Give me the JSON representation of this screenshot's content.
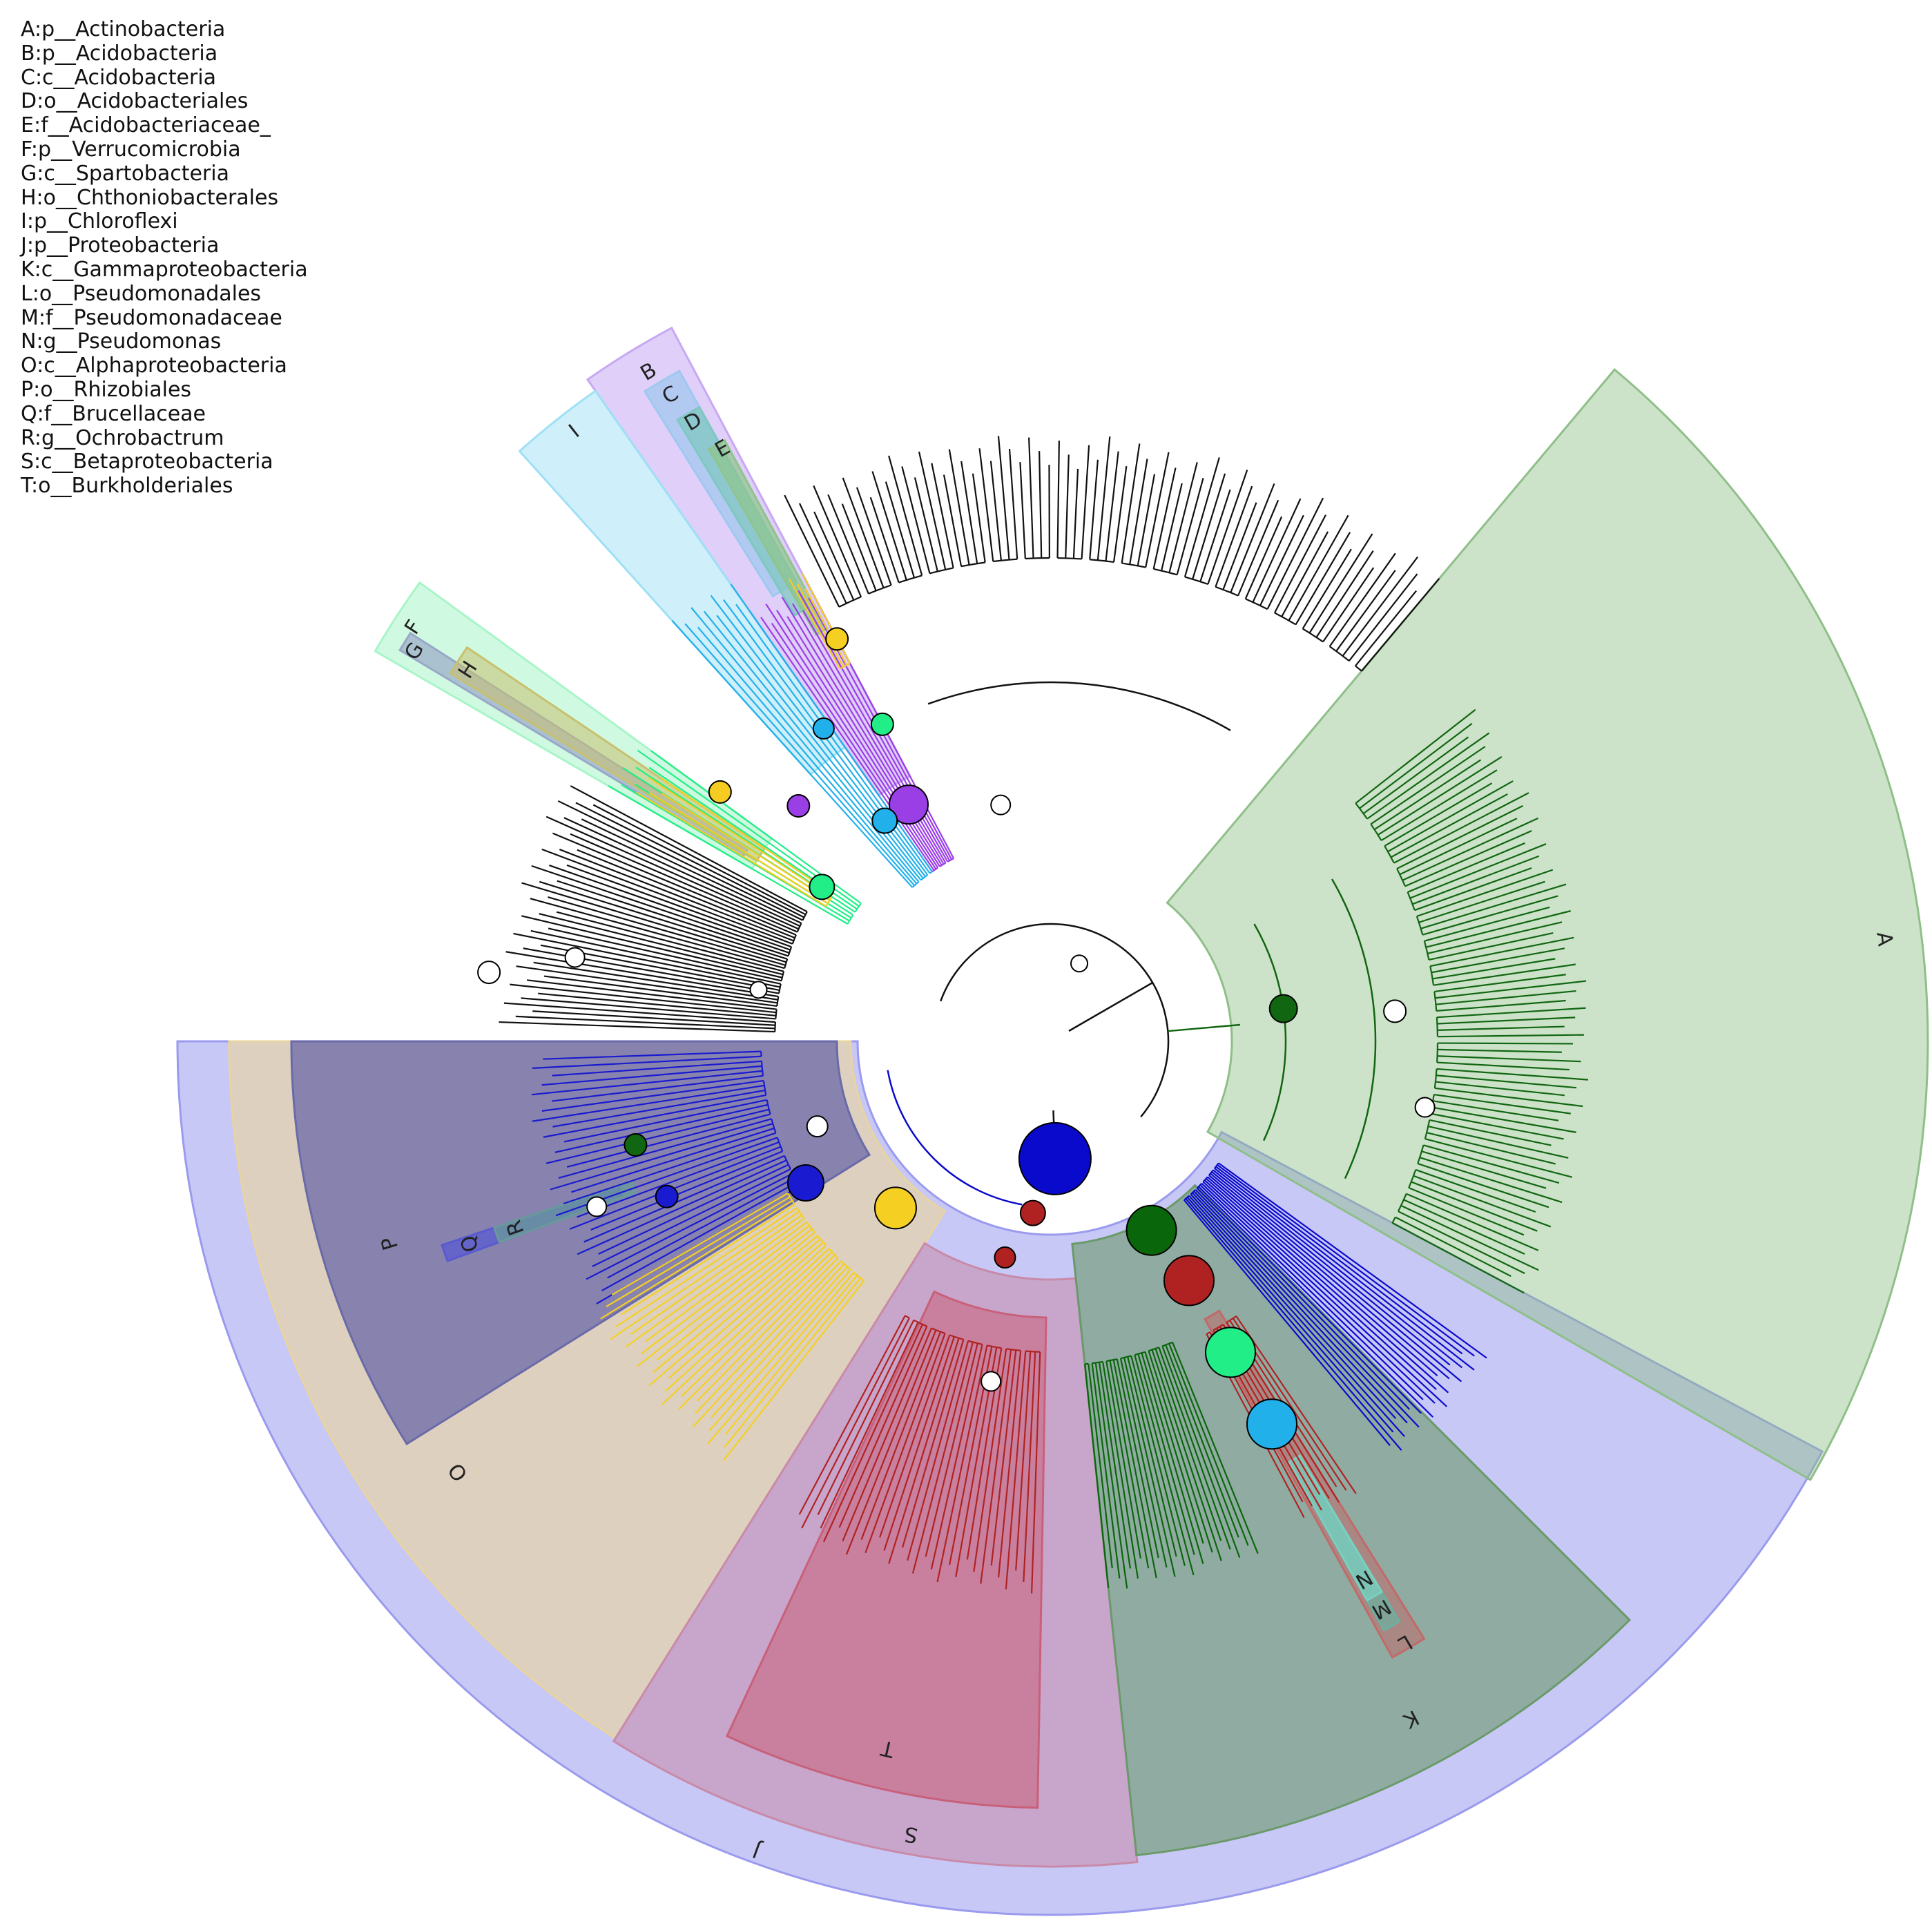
{
  "legend": [
    "A:p__Actinobacteria",
    "B:p__Acidobacteria",
    "C:c__Acidobacteria",
    "D:o__Acidobacteriales",
    "E:f__Acidobacteriaceae_",
    "F:p__Verrucomicrobia",
    "G:c__Spartobacteria",
    "H:o__Chthoniobacterales",
    "I:p__Chloroflexi",
    "J:p__Proteobacteria",
    "K:c__Gammaproteobacteria",
    "L:o__Pseudomonadales",
    "M:f__Pseudomonadaceae",
    "N:g__Pseudomonas",
    "O:c__Alphaproteobacteria",
    "P:o__Rhizobiales",
    "Q:f__Brucellaceae",
    "R:g__Ochrobactrum",
    "S:c__Betaproteobacteria",
    "T:o__Burkholderiales"
  ],
  "sections": [
    {
      "id": "A",
      "label": "A",
      "color": "#8fbf88"
    },
    {
      "id": "B",
      "label": "B",
      "color": "#c7a8f2"
    },
    {
      "id": "C",
      "label": "C",
      "color": "#9ec8f0"
    },
    {
      "id": "D",
      "label": "D",
      "color": "#7ec8c0"
    },
    {
      "id": "E",
      "label": "E",
      "color": "#8fc48c"
    },
    {
      "id": "F",
      "label": "F",
      "color": "#a8f5c8"
    },
    {
      "id": "G",
      "label": "G",
      "color": "#9aa8c8"
    },
    {
      "id": "H",
      "label": "H",
      "color": "#c8c070"
    },
    {
      "id": "I",
      "label": "I",
      "color": "#9fe0f5"
    },
    {
      "id": "J",
      "label": "J",
      "color": "#9a9aee"
    },
    {
      "id": "K",
      "label": "K",
      "color": "#6a9a6a"
    },
    {
      "id": "L",
      "label": "L",
      "color": "#c06a6a"
    },
    {
      "id": "M",
      "label": "M",
      "color": "#6ab0a0"
    },
    {
      "id": "N",
      "label": "N",
      "color": "#7ad0c0"
    },
    {
      "id": "O",
      "label": "O",
      "color": "#e8d4a0"
    },
    {
      "id": "P",
      "label": "P",
      "color": "#6a6aa8"
    },
    {
      "id": "Q",
      "label": "Q",
      "color": "#5a5ad0"
    },
    {
      "id": "R",
      "label": "R",
      "color": "#6a9a9a"
    },
    {
      "id": "S",
      "label": "S",
      "color": "#c88aa8"
    },
    {
      "id": "T",
      "label": "T",
      "color": "#c8607a"
    }
  ],
  "clade_colors": {
    "actinobacteria": "#116611",
    "acidobacteria": "#9a3ee6",
    "chloroflexi": "#22b0ea",
    "verrucomicrobia": "#22ee88",
    "chthoniobacterales": "#f5cc22",
    "proteobacteria": "#0a0acc",
    "alphaproteobacteria": "#f5d022",
    "rhizobiales": "#1a1ad0",
    "gammaproteobacteria": "#0a660a",
    "pseudomonadales": "#b02222",
    "betaproteobacteria": "#b02222",
    "other": "#111111"
  }
}
